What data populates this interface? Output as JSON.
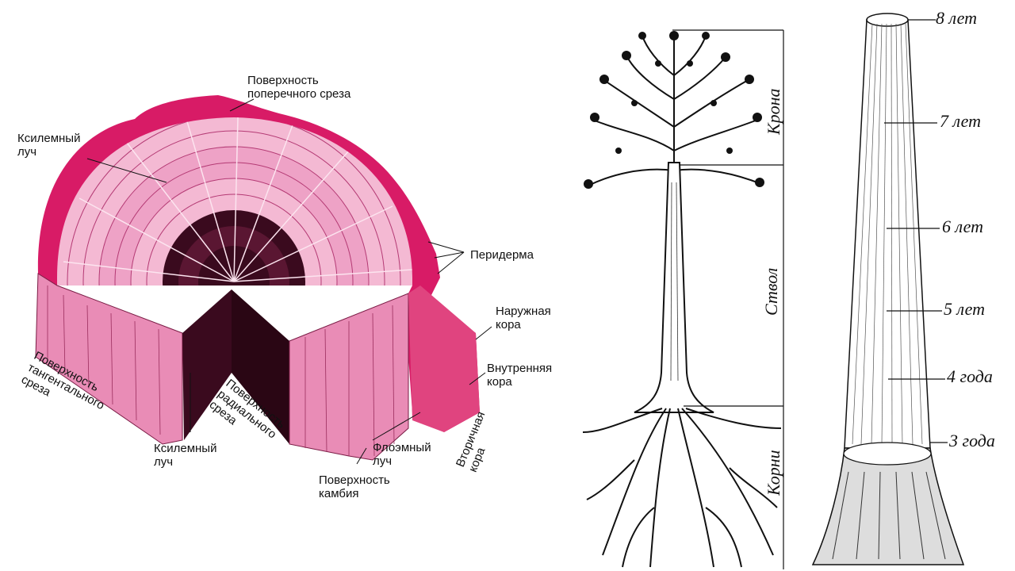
{
  "left_diagram": {
    "labels": {
      "cross_section_surface": [
        "Поверхность",
        "поперечного среза"
      ],
      "xylem_ray_top": [
        "Ксилемный",
        "луч"
      ],
      "periderm": "Перидерма",
      "outer_bark": [
        "Наружная",
        "кора"
      ],
      "inner_bark": [
        "Внутренняя",
        "кора"
      ],
      "tangential_surface": [
        "Поверхность",
        "тангентального",
        "среза"
      ],
      "xylem_ray_bottom": [
        "Ксилемный",
        "луч"
      ],
      "radial_surface": [
        "Поверхность",
        "радиального",
        "среза"
      ],
      "phloem_ray": [
        "Флоэмный",
        "луч"
      ],
      "secondary_bark": [
        "Вторичная",
        "кора"
      ],
      "cambium_surface": [
        "Поверхность",
        "камбия"
      ]
    },
    "colors": {
      "wood": "#e98cb6",
      "wood_light": "#f4b9d3",
      "bark": "#d81b66",
      "heart": "#3a0a1e"
    }
  },
  "tree_diagram": {
    "sections": {
      "crown": "Крона",
      "trunk": "Ствол",
      "roots": "Корни"
    }
  },
  "trunk_age_diagram": {
    "ages": [
      "8 лет",
      "7 лет",
      "6 лет",
      "5 лет",
      "4 года",
      "3 года"
    ]
  }
}
